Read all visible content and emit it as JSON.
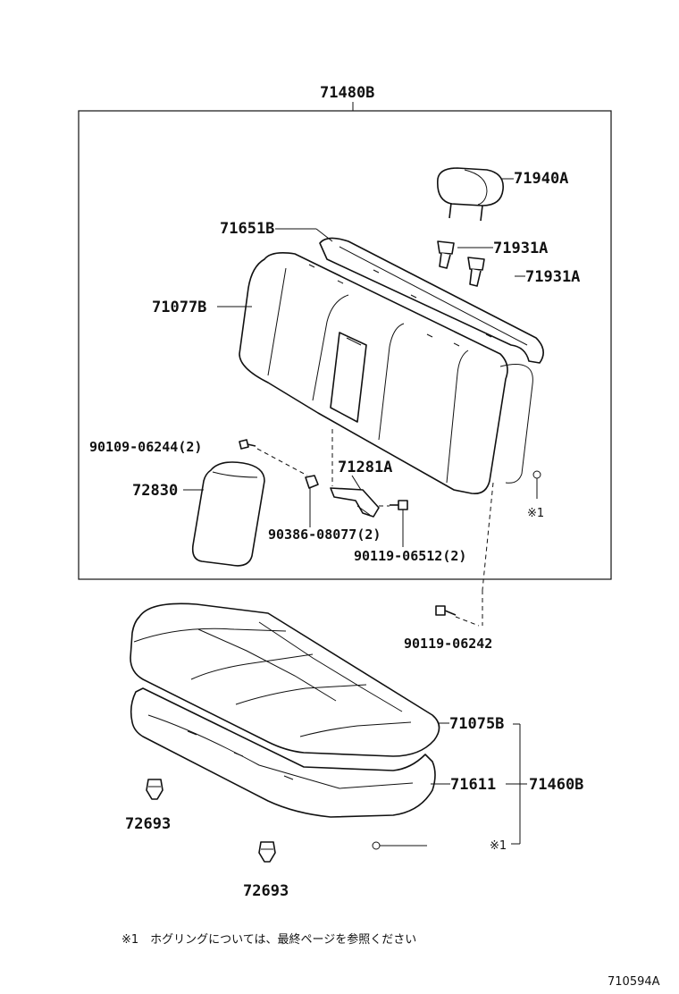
{
  "labels": {
    "assembly_top": "71480B",
    "headrest": "71940A",
    "support_1": "71931A",
    "support_2": "71931A",
    "cover_top": "71651B",
    "back_pad": "71077B",
    "bolt_a": "90109-06244(2)",
    "bracket": "71281A",
    "armrest": "72830",
    "nut": "90386-08077(2)",
    "bolt_b": "90119-06512(2)",
    "ring_mark_upper": "※1",
    "bolt_c": "90119-06242",
    "cushion_cover": "71075B",
    "cushion_pad": "71611",
    "cushion_assembly": "71460B",
    "clip_1": "72693",
    "clip_2": "72693",
    "ring_mark_lower": "※1"
  },
  "footnote": "※1　ホグリングについては、最終ページを参照ください",
  "drawing_code": "710594A"
}
